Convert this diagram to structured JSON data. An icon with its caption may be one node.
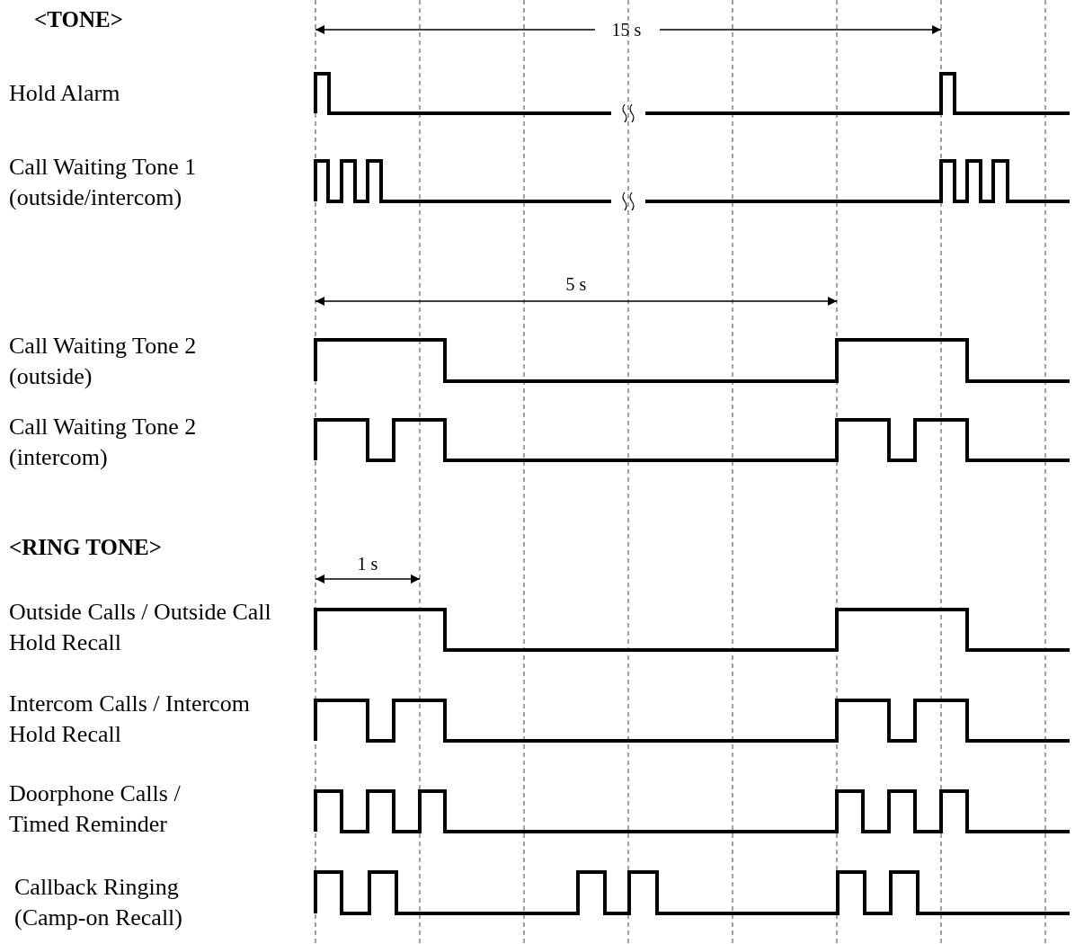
{
  "diagram": {
    "labels": [
      "<TONE>",
      "15 s",
      "Hold Alarm",
      "Call Waiting Tone 1 (outside/intercom)",
      "5 s",
      "Call Waiting Tone 2 (outside)",
      "Call Waiting Tone 2 (intercom)",
      "<RING TONE>",
      "1 s",
      "Outside Calls / Outside Call Hold Recall",
      "Intercom Calls / Intercom Hold Recall",
      "Doorphone Calls / Timed Reminder",
      "Callback Ringing (Camp-on Recall)"
    ]
  }
}
